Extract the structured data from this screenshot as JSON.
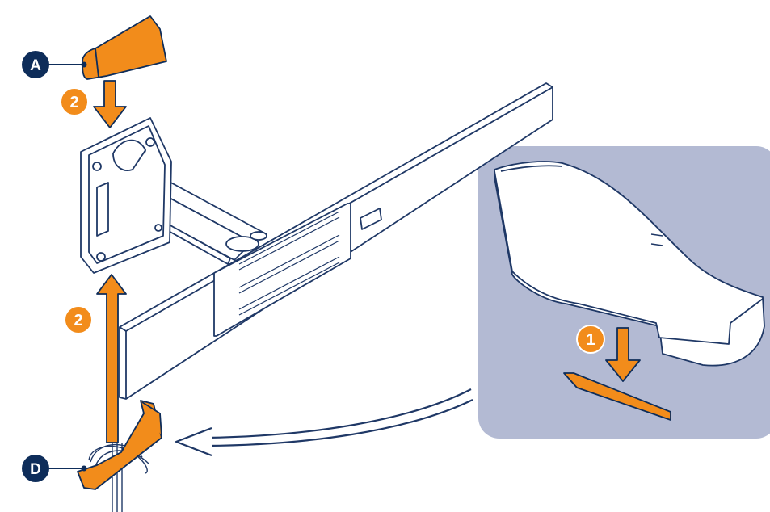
{
  "callouts": {
    "a": "A",
    "d": "D"
  },
  "steps": {
    "top": "2",
    "left": "2",
    "detail": "1"
  },
  "colors": {
    "orange": "#F28C1B",
    "navy": "#0E2D5A",
    "detail_panel": "#B3BAD3",
    "line": "#1F3866"
  }
}
